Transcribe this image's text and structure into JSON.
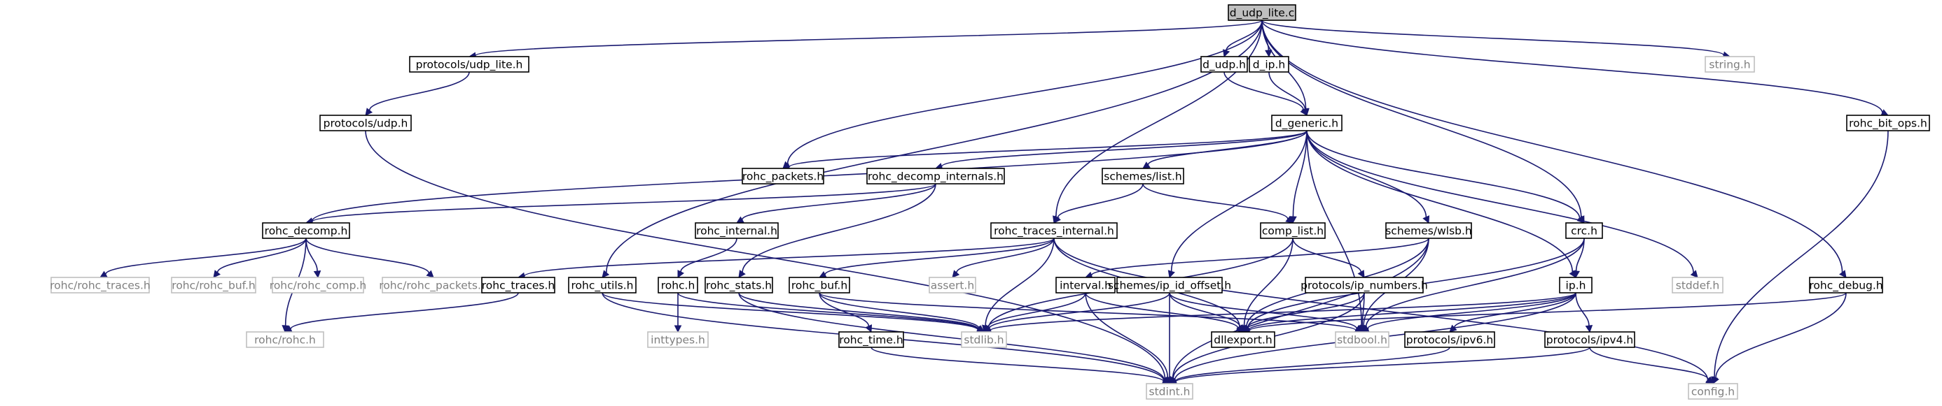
{
  "graph": {
    "colors": {
      "edge": "#191970",
      "box_border": "#000000",
      "box_border_external": "#bfbfbf",
      "root_fill": "#bfbfbf",
      "text": "#000000",
      "text_external": "#7f7f7f"
    },
    "nodes": [
      {
        "id": "d_udp_lite_c",
        "label": "d_udp_lite.c",
        "kind": "root"
      },
      {
        "id": "protocols_udp_lite_h",
        "label": "protocols/udp_lite.h",
        "kind": "file"
      },
      {
        "id": "d_udp_h",
        "label": "d_udp.h",
        "kind": "file"
      },
      {
        "id": "d_ip_h",
        "label": "d_ip.h",
        "kind": "file"
      },
      {
        "id": "string_h",
        "label": "string.h",
        "kind": "external"
      },
      {
        "id": "protocols_udp_h",
        "label": "protocols/udp.h",
        "kind": "file"
      },
      {
        "id": "d_generic_h",
        "label": "d_generic.h",
        "kind": "file"
      },
      {
        "id": "rohc_bit_ops_h",
        "label": "rohc_bit_ops.h",
        "kind": "file"
      },
      {
        "id": "rohc_packets_h",
        "label": "rohc_packets.h",
        "kind": "file"
      },
      {
        "id": "rohc_decomp_internals_h",
        "label": "rohc_decomp_internals.h",
        "kind": "file"
      },
      {
        "id": "schemes_list_h",
        "label": "schemes/list.h",
        "kind": "file"
      },
      {
        "id": "rohc_decomp_h",
        "label": "rohc_decomp.h",
        "kind": "file"
      },
      {
        "id": "rohc_internal_h",
        "label": "rohc_internal.h",
        "kind": "file"
      },
      {
        "id": "rohc_traces_internal_h",
        "label": "rohc_traces_internal.h",
        "kind": "file"
      },
      {
        "id": "comp_list_h",
        "label": "comp_list.h",
        "kind": "file"
      },
      {
        "id": "schemes_wlsb_h",
        "label": "schemes/wlsb.h",
        "kind": "file"
      },
      {
        "id": "crc_h",
        "label": "crc.h",
        "kind": "file"
      },
      {
        "id": "rohc_rohc_traces_h",
        "label": "rohc/rohc_traces.h",
        "kind": "external"
      },
      {
        "id": "rohc_rohc_buf_h",
        "label": "rohc/rohc_buf.h",
        "kind": "external"
      },
      {
        "id": "rohc_rohc_comp_h",
        "label": "rohc/rohc_comp.h",
        "kind": "external"
      },
      {
        "id": "rohc_rohc_packets_h",
        "label": "rohc/rohc_packets.h",
        "kind": "external"
      },
      {
        "id": "rohc_traces_h",
        "label": "rohc_traces.h",
        "kind": "file"
      },
      {
        "id": "rohc_utils_h",
        "label": "rohc_utils.h",
        "kind": "file"
      },
      {
        "id": "rohc_h",
        "label": "rohc.h",
        "kind": "file"
      },
      {
        "id": "rohc_stats_h",
        "label": "rohc_stats.h",
        "kind": "file"
      },
      {
        "id": "rohc_buf_h",
        "label": "rohc_buf.h",
        "kind": "file"
      },
      {
        "id": "assert_h",
        "label": "assert.h",
        "kind": "external"
      },
      {
        "id": "interval_h",
        "label": "interval.h",
        "kind": "file"
      },
      {
        "id": "schemes_ip_id_offset_h",
        "label": "schemes/ip_id_offset.h",
        "kind": "file"
      },
      {
        "id": "protocols_ip_numbers_h",
        "label": "protocols/ip_numbers.h",
        "kind": "file"
      },
      {
        "id": "ip_h",
        "label": "ip.h",
        "kind": "file"
      },
      {
        "id": "stddef_h",
        "label": "stddef.h",
        "kind": "external"
      },
      {
        "id": "rohc_debug_h",
        "label": "rohc_debug.h",
        "kind": "file"
      },
      {
        "id": "rohc_rohc_h",
        "label": "rohc/rohc.h",
        "kind": "external"
      },
      {
        "id": "inttypes_h",
        "label": "inttypes.h",
        "kind": "external"
      },
      {
        "id": "rohc_time_h",
        "label": "rohc_time.h",
        "kind": "file"
      },
      {
        "id": "stdlib_h",
        "label": "stdlib.h",
        "kind": "external"
      },
      {
        "id": "dllexport_h",
        "label": "dllexport.h",
        "kind": "file"
      },
      {
        "id": "stdbool_h",
        "label": "stdbool.h",
        "kind": "external"
      },
      {
        "id": "protocols_ipv6_h",
        "label": "protocols/ipv6.h",
        "kind": "file"
      },
      {
        "id": "protocols_ipv4_h",
        "label": "protocols/ipv4.h",
        "kind": "file"
      },
      {
        "id": "stdint_h",
        "label": "stdint.h",
        "kind": "external"
      },
      {
        "id": "config_h",
        "label": "config.h",
        "kind": "external"
      }
    ],
    "edges": [
      [
        "d_udp_lite_c",
        "protocols_udp_lite_h"
      ],
      [
        "d_udp_lite_c",
        "d_udp_h"
      ],
      [
        "d_udp_lite_c",
        "d_ip_h"
      ],
      [
        "d_udp_lite_c",
        "d_generic_h"
      ],
      [
        "d_udp_lite_c",
        "string_h"
      ],
      [
        "d_udp_lite_c",
        "rohc_bit_ops_h"
      ],
      [
        "d_udp_lite_c",
        "rohc_packets_h"
      ],
      [
        "d_udp_lite_c",
        "rohc_traces_internal_h"
      ],
      [
        "d_udp_lite_c",
        "rohc_utils_h"
      ],
      [
        "d_udp_lite_c",
        "crc_h"
      ],
      [
        "d_udp_lite_c",
        "rohc_debug_h"
      ],
      [
        "protocols_udp_lite_h",
        "protocols_udp_h"
      ],
      [
        "protocols_udp_h",
        "stdint_h"
      ],
      [
        "d_udp_h",
        "d_generic_h"
      ],
      [
        "d_ip_h",
        "d_generic_h"
      ],
      [
        "d_generic_h",
        "rohc_packets_h"
      ],
      [
        "d_generic_h",
        "rohc_decomp_internals_h"
      ],
      [
        "d_generic_h",
        "rohc_decomp_h"
      ],
      [
        "d_generic_h",
        "schemes_list_h"
      ],
      [
        "d_generic_h",
        "comp_list_h"
      ],
      [
        "d_generic_h",
        "schemes_wlsb_h"
      ],
      [
        "d_generic_h",
        "schemes_ip_id_offset_h"
      ],
      [
        "d_generic_h",
        "crc_h"
      ],
      [
        "d_generic_h",
        "ip_h"
      ],
      [
        "d_generic_h",
        "stddef_h"
      ],
      [
        "d_generic_h",
        "stdbool_h"
      ],
      [
        "rohc_decomp_internals_h",
        "rohc_decomp_h"
      ],
      [
        "rohc_decomp_internals_h",
        "rohc_internal_h"
      ],
      [
        "rohc_decomp_internals_h",
        "rohc_stats_h"
      ],
      [
        "schemes_list_h",
        "rohc_traces_internal_h"
      ],
      [
        "schemes_list_h",
        "comp_list_h"
      ],
      [
        "rohc_decomp_h",
        "rohc_rohc_traces_h"
      ],
      [
        "rohc_decomp_h",
        "rohc_rohc_buf_h"
      ],
      [
        "rohc_decomp_h",
        "rohc_rohc_comp_h"
      ],
      [
        "rohc_decomp_h",
        "rohc_rohc_packets_h"
      ],
      [
        "rohc_decomp_h",
        "rohc_rohc_h"
      ],
      [
        "rohc_internal_h",
        "rohc_h"
      ],
      [
        "rohc_traces_internal_h",
        "rohc_traces_h"
      ],
      [
        "rohc_traces_internal_h",
        "rohc_buf_h"
      ],
      [
        "rohc_traces_internal_h",
        "assert_h"
      ],
      [
        "rohc_traces_internal_h",
        "stdlib_h"
      ],
      [
        "rohc_traces_internal_h",
        "dllexport_h"
      ],
      [
        "rohc_traces_internal_h",
        "config_h"
      ],
      [
        "rohc_traces_h",
        "rohc_rohc_h"
      ],
      [
        "rohc_utils_h",
        "stdlib_h"
      ],
      [
        "rohc_utils_h",
        "stdint_h"
      ],
      [
        "rohc_h",
        "inttypes_h"
      ],
      [
        "rohc_h",
        "stdlib_h"
      ],
      [
        "rohc_stats_h",
        "stdlib_h"
      ],
      [
        "rohc_stats_h",
        "stdint_h"
      ],
      [
        "rohc_buf_h",
        "rohc_time_h"
      ],
      [
        "rohc_buf_h",
        "stdlib_h"
      ],
      [
        "rohc_buf_h",
        "stdbool_h"
      ],
      [
        "rohc_time_h",
        "stdint_h"
      ],
      [
        "comp_list_h",
        "protocols_ip_numbers_h"
      ],
      [
        "comp_list_h",
        "dllexport_h"
      ],
      [
        "comp_list_h",
        "stdlib_h"
      ],
      [
        "schemes_wlsb_h",
        "interval_h"
      ],
      [
        "schemes_wlsb_h",
        "dllexport_h"
      ],
      [
        "schemes_wlsb_h",
        "stdbool_h"
      ],
      [
        "schemes_wlsb_h",
        "stdint_h"
      ],
      [
        "interval_h",
        "stdlib_h"
      ],
      [
        "interval_h",
        "dllexport_h"
      ],
      [
        "interval_h",
        "stdint_h"
      ],
      [
        "schemes_ip_id_offset_h",
        "stdlib_h"
      ],
      [
        "schemes_ip_id_offset_h",
        "dllexport_h"
      ],
      [
        "schemes_ip_id_offset_h",
        "stdbool_h"
      ],
      [
        "schemes_ip_id_offset_h",
        "stdint_h"
      ],
      [
        "protocols_ip_numbers_h",
        "dllexport_h"
      ],
      [
        "protocols_ip_numbers_h",
        "stdbool_h"
      ],
      [
        "protocols_ip_numbers_h",
        "stdint_h"
      ],
      [
        "crc_h",
        "ip_h"
      ],
      [
        "crc_h",
        "dllexport_h"
      ],
      [
        "crc_h",
        "stdbool_h"
      ],
      [
        "ip_h",
        "protocols_ipv6_h"
      ],
      [
        "ip_h",
        "protocols_ipv4_h"
      ],
      [
        "ip_h",
        "stdlib_h"
      ],
      [
        "ip_h",
        "dllexport_h"
      ],
      [
        "ip_h",
        "stdbool_h"
      ],
      [
        "ip_h",
        "stdint_h"
      ],
      [
        "protocols_ipv6_h",
        "stdint_h"
      ],
      [
        "protocols_ipv4_h",
        "stdint_h"
      ],
      [
        "protocols_ipv4_h",
        "config_h"
      ],
      [
        "rohc_debug_h",
        "dllexport_h"
      ],
      [
        "rohc_debug_h",
        "config_h"
      ],
      [
        "rohc_bit_ops_h",
        "config_h"
      ]
    ]
  }
}
